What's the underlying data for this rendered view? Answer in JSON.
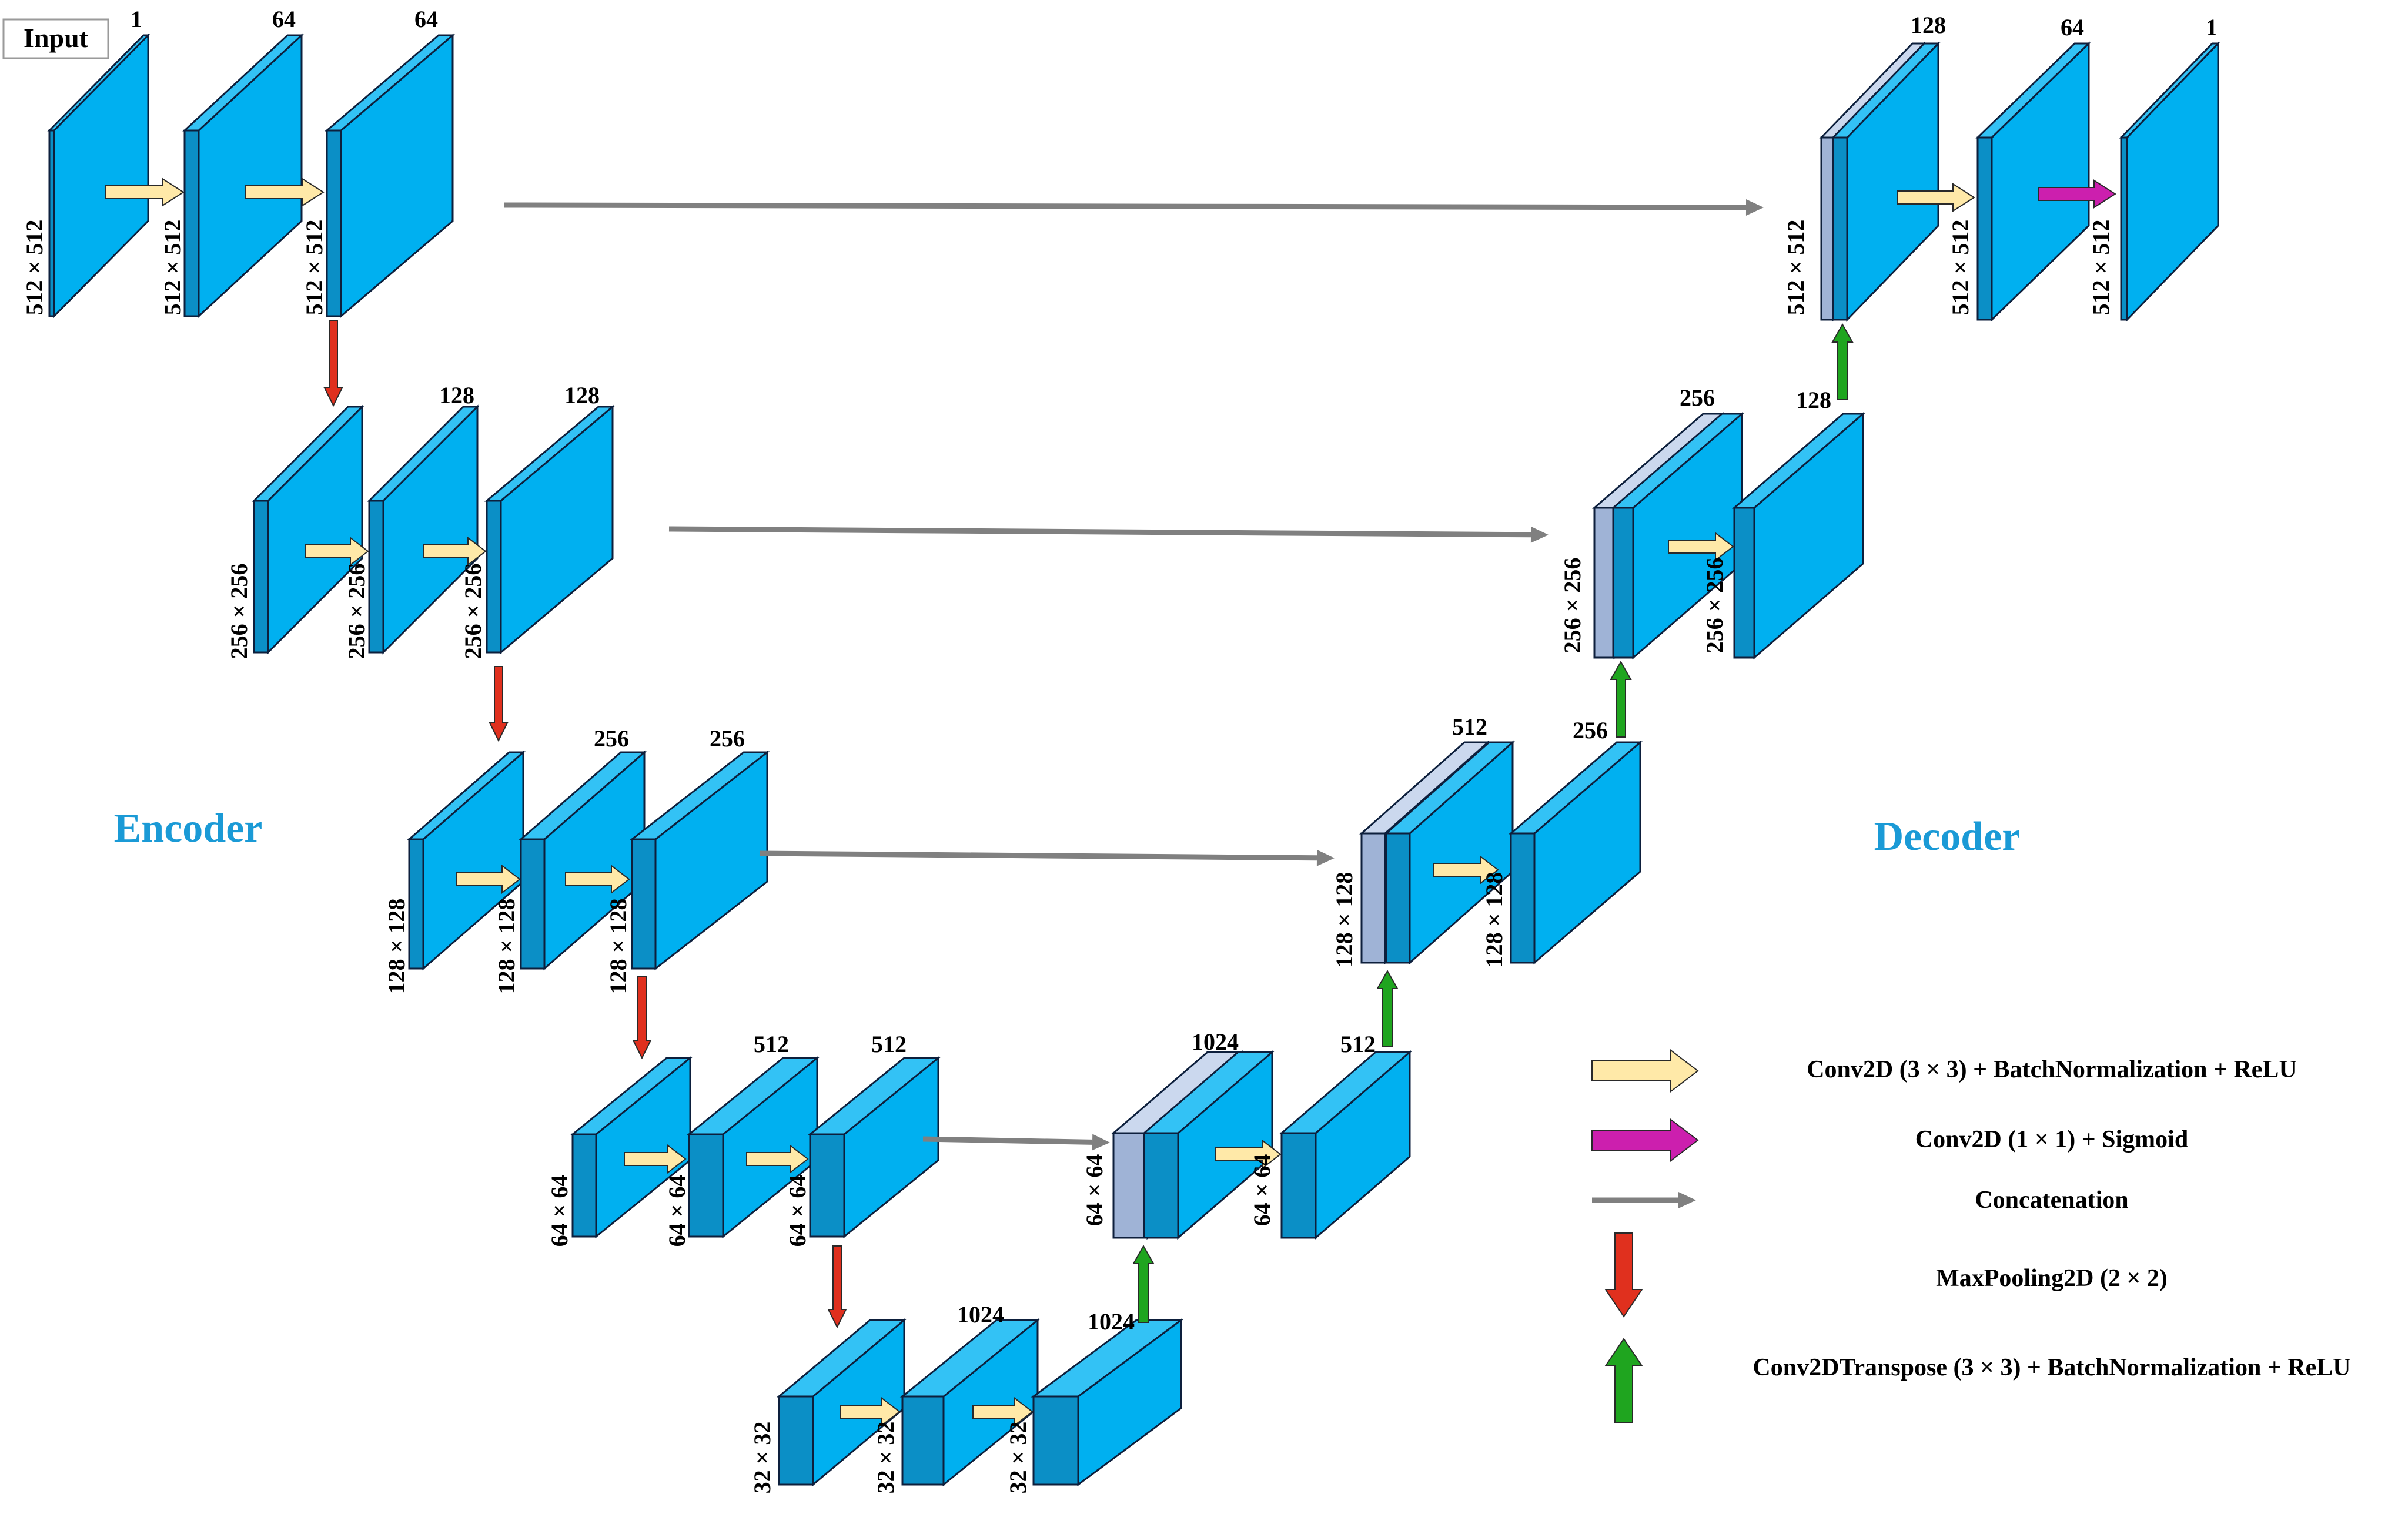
{
  "input_label": "Input",
  "sections": {
    "encoder": "Encoder",
    "decoder": "Decoder"
  },
  "colors": {
    "block_face": "#00B0F0",
    "block_side": "#0E95CC",
    "block_edge": "#0D1F3C",
    "concat_face": "#B8C8E3",
    "conv_arrow": "#FFE9A8",
    "sigmoid_arrow": "#CC1FAE",
    "concat_arrow": "#808080",
    "pool_arrow": "#E0301E",
    "transpose_arrow": "#1FA51F"
  },
  "blocks": {
    "enc1": {
      "channels": [
        "1",
        "64",
        "64"
      ],
      "sizes": [
        "512 × 512",
        "512 × 512",
        "512 × 512"
      ]
    },
    "enc2": {
      "channels": [
        "128",
        "128"
      ],
      "sizes": [
        "256 × 256",
        "256 × 256",
        "256 × 256"
      ]
    },
    "enc3": {
      "channels": [
        "256",
        "256"
      ],
      "sizes": [
        "128 × 128",
        "128 × 128",
        "128 × 128"
      ]
    },
    "enc4": {
      "channels": [
        "512",
        "512"
      ],
      "sizes": [
        "64 × 64",
        "64 × 64",
        "64 × 64"
      ]
    },
    "bottleneck": {
      "channels": [
        "1024",
        "1024"
      ],
      "sizes": [
        "32 × 32",
        "32 × 32",
        "32 × 32"
      ]
    },
    "dec4": {
      "channels": [
        "1024",
        "512"
      ],
      "sizes": [
        "64 × 64",
        "64 × 64"
      ]
    },
    "dec3": {
      "channels": [
        "512",
        "256"
      ],
      "sizes": [
        "128 × 128",
        "128 × 128"
      ]
    },
    "dec2": {
      "channels": [
        "256",
        "128"
      ],
      "sizes": [
        "256 × 256",
        "256 × 256"
      ]
    },
    "dec1": {
      "channels": [
        "128",
        "64",
        "1"
      ],
      "sizes": [
        "512 × 512",
        "512 × 512",
        "512 × 512"
      ]
    }
  },
  "legend": [
    {
      "icon": "conv-arrow-icon",
      "label": "Conv2D (3 × 3) + BatchNormalization + ReLU"
    },
    {
      "icon": "sigmoid-arrow-icon",
      "label": "Conv2D (1 × 1) + Sigmoid"
    },
    {
      "icon": "concat-arrow-icon",
      "label": "Concatenation"
    },
    {
      "icon": "maxpool-arrow-icon",
      "label": "MaxPooling2D (2 × 2)"
    },
    {
      "icon": "transpose-arrow-icon",
      "label": "Conv2DTranspose (3 × 3) + BatchNormalization + ReLU"
    }
  ]
}
